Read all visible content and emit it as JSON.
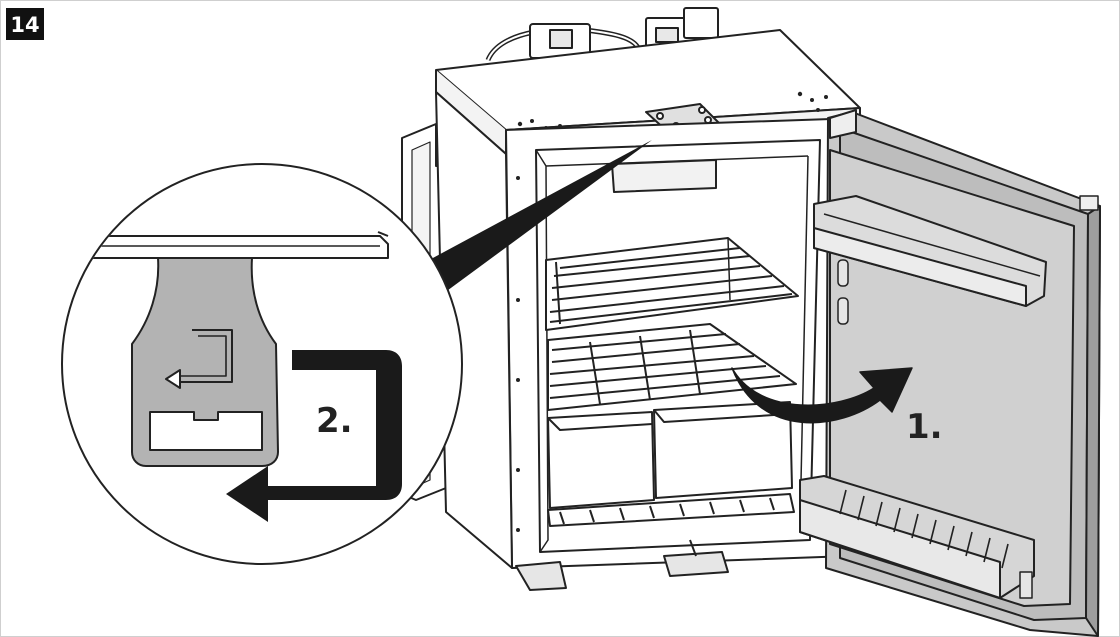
{
  "figure": {
    "step_number": "14",
    "callouts": [
      {
        "id": "step-1",
        "label": "1."
      },
      {
        "id": "step-2",
        "label": "2."
      }
    ]
  },
  "colors": {
    "line": "#222222",
    "panel_grey": "#d9d9d9",
    "door_grey": "#c9c9c9",
    "door_inner": "#bdbdbd",
    "bracket_grey": "#b3b3b3",
    "badge_bg": "#111111",
    "background": "#ffffff"
  }
}
